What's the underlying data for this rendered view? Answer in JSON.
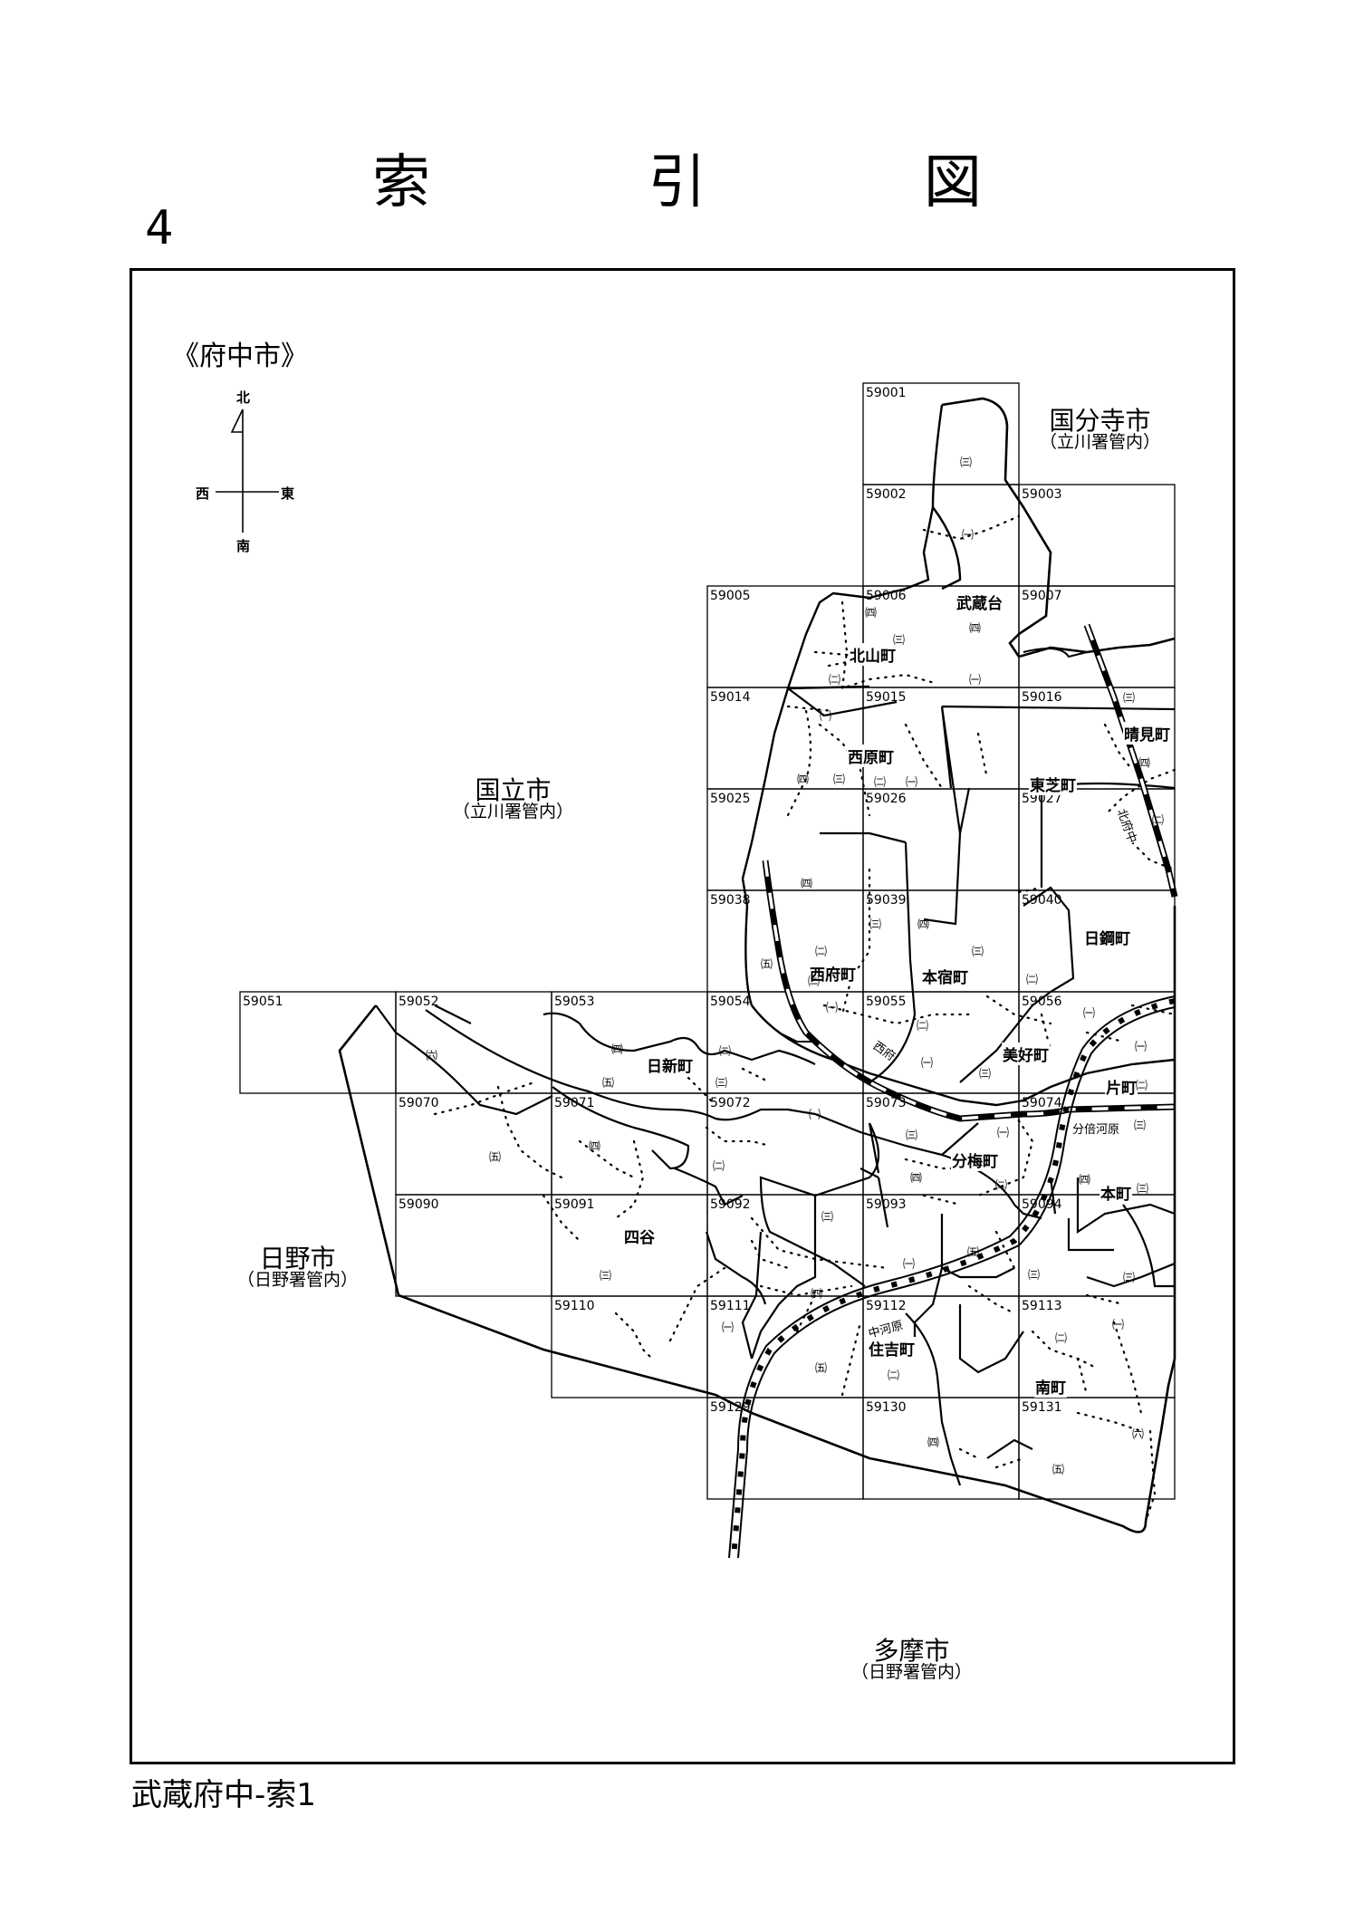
{
  "header": {
    "title": "索 引 図",
    "page_number": "4"
  },
  "footer": {
    "caption": "武蔵府中-索1"
  },
  "map": {
    "city_name": "《府中市》",
    "compass": {
      "north": "北",
      "south": "南",
      "east": "東",
      "west": "西"
    },
    "municipalities": [
      {
        "name": "国分寺市",
        "note": "（立川署管内）"
      },
      {
        "name": "国立市",
        "note": "（立川署管内）"
      },
      {
        "name": "日野市",
        "note": "（日野署管内）"
      },
      {
        "name": "多摩市",
        "note": "（日野署管内）"
      }
    ],
    "grid_cells": [
      {
        "id": "59001",
        "col": 4,
        "row": 0
      },
      {
        "id": "59002",
        "col": 4,
        "row": 1
      },
      {
        "id": "59003",
        "col": 5,
        "row": 1
      },
      {
        "id": "59005",
        "col": 3,
        "row": 2
      },
      {
        "id": "59006",
        "col": 4,
        "row": 2
      },
      {
        "id": "59007",
        "col": 5,
        "row": 2
      },
      {
        "id": "59014",
        "col": 3,
        "row": 3
      },
      {
        "id": "59015",
        "col": 4,
        "row": 3
      },
      {
        "id": "59016",
        "col": 5,
        "row": 3
      },
      {
        "id": "59025",
        "col": 3,
        "row": 4
      },
      {
        "id": "59026",
        "col": 4,
        "row": 4
      },
      {
        "id": "59027",
        "col": 5,
        "row": 4
      },
      {
        "id": "59038",
        "col": 3,
        "row": 5
      },
      {
        "id": "59039",
        "col": 4,
        "row": 5
      },
      {
        "id": "59040",
        "col": 5,
        "row": 5
      },
      {
        "id": "59051",
        "col": -1,
        "row": 6
      },
      {
        "id": "59052",
        "col": 0,
        "row": 6
      },
      {
        "id": "59053",
        "col": 1,
        "row": 6
      },
      {
        "id": "59054",
        "col": 3,
        "row": 6
      },
      {
        "id": "59055",
        "col": 4,
        "row": 6
      },
      {
        "id": "59056",
        "col": 5,
        "row": 6
      },
      {
        "id": "59070",
        "col": 0,
        "row": 7
      },
      {
        "id": "59071",
        "col": 1,
        "row": 7
      },
      {
        "id": "59072",
        "col": 3,
        "row": 7
      },
      {
        "id": "59073",
        "col": 4,
        "row": 7
      },
      {
        "id": "59074",
        "col": 5,
        "row": 7
      },
      {
        "id": "59090",
        "col": 0,
        "row": 8
      },
      {
        "id": "59091",
        "col": 1,
        "row": 8
      },
      {
        "id": "59092",
        "col": 3,
        "row": 8
      },
      {
        "id": "59093",
        "col": 4,
        "row": 8
      },
      {
        "id": "59094",
        "col": 5,
        "row": 8
      },
      {
        "id": "59110",
        "col": 1,
        "row": 9
      },
      {
        "id": "59111",
        "col": 3,
        "row": 9
      },
      {
        "id": "59112",
        "col": 4,
        "row": 9
      },
      {
        "id": "59113",
        "col": 5,
        "row": 9
      },
      {
        "id": "59129",
        "col": 3,
        "row": 10
      },
      {
        "id": "59130",
        "col": 4,
        "row": 10
      },
      {
        "id": "59131",
        "col": 5,
        "row": 10
      }
    ],
    "towns": [
      "武蔵台",
      "北山町",
      "西原町",
      "晴見町",
      "東芝町",
      "日鋼町",
      "本宿町",
      "西府町",
      "日新町",
      "美好町",
      "片町",
      "分梅町",
      "本町",
      "四谷",
      "住吉町",
      "南町"
    ],
    "stations": [
      "西府",
      "北府中",
      "分倍河原",
      "中河原"
    ],
    "chome_marks": [
      "㈠",
      "㈡",
      "㈢",
      "㈣",
      "㈤",
      "㈥"
    ]
  }
}
